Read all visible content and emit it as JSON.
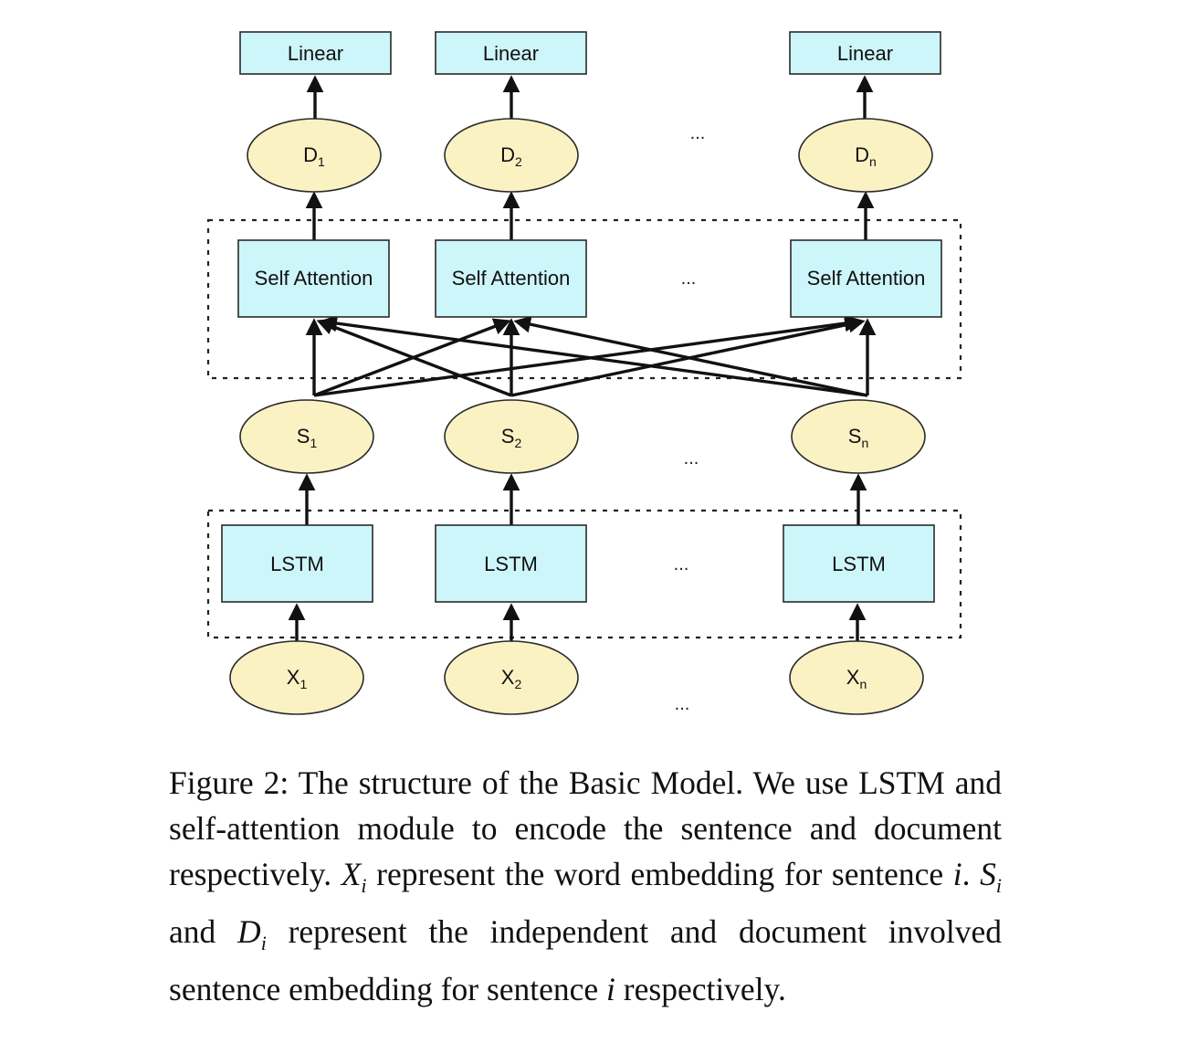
{
  "diagram": {
    "columns": [
      {
        "linear": "Linear",
        "d": "D",
        "d_sub": "1",
        "attn": "Self Attention",
        "s": "S",
        "s_sub": "1",
        "lstm": "LSTM",
        "x": "X",
        "x_sub": "1"
      },
      {
        "linear": "Linear",
        "d": "D",
        "d_sub": "2",
        "attn": "Self Attention",
        "s": "S",
        "s_sub": "2",
        "lstm": "LSTM",
        "x": "X",
        "x_sub": "2"
      },
      {
        "linear": "Linear",
        "d": "D",
        "d_sub": "n",
        "attn": "Self Attention",
        "s": "S",
        "s_sub": "n",
        "lstm": "LSTM",
        "x": "X",
        "x_sub": "n"
      }
    ],
    "ellipsis": "..."
  },
  "caption": {
    "part1": "Figure 2: The structure of the Basic Model. We use LSTM and self-attention module to encode the sentence and document respectively. ",
    "xi_main": "X",
    "xi_sub": "i",
    "part2": " represent the word embedding for sentence ",
    "i1": "i",
    "part3": ". ",
    "si_main": "S",
    "si_sub": "i",
    "part4": " and ",
    "di_main": "D",
    "di_sub": "i",
    "part5": " represent the independent and document involved sentence embedding for sentence ",
    "i2": "i",
    "part6": " respectively."
  }
}
